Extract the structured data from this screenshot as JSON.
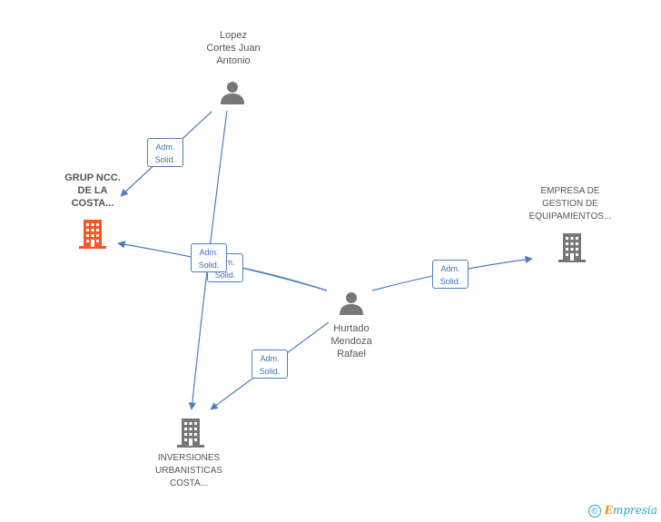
{
  "colors": {
    "edge": "#4a7fc1",
    "person_icon": "#777777",
    "company_icon": "#777777",
    "highlight_company_icon": "#f15a24",
    "brand_blue": "#2a9bd6",
    "brand_orange": "#f29400"
  },
  "nodes": {
    "lopez": {
      "type": "person",
      "icon": "person-icon",
      "label_lines": [
        "Lopez",
        "Cortes Juan",
        "Antonio"
      ]
    },
    "hurtado": {
      "type": "person",
      "icon": "person-icon",
      "label_lines": [
        "Hurtado",
        "Mendoza",
        "Rafael"
      ]
    },
    "grup": {
      "type": "company",
      "icon": "building-icon",
      "highlight": true,
      "label_lines": [
        "GRUP NCC.",
        "DE LA",
        "COSTA..."
      ]
    },
    "empresa": {
      "type": "company",
      "icon": "building-icon",
      "label_lines": [
        "EMPRESA DE",
        "GESTION DE",
        "EQUIPAMIENTOS..."
      ]
    },
    "inversiones": {
      "type": "company",
      "icon": "building-icon",
      "label_lines": [
        "INVERSIONES",
        "URBANISTICAS",
        "COSTA..."
      ]
    }
  },
  "edges": [
    {
      "from": "lopez",
      "to": "grup",
      "label_lines": [
        "Adm.",
        "Solid."
      ]
    },
    {
      "from": "lopez",
      "to": "inversiones",
      "label_lines": [
        "Adm.",
        "Solid."
      ]
    },
    {
      "from": "hurtado",
      "to": "grup",
      "label_lines": [
        "Adm.",
        "Solid."
      ]
    },
    {
      "from": "hurtado",
      "to": "grup",
      "label_lines": [
        "Adm.",
        "Solid."
      ]
    },
    {
      "from": "hurtado",
      "to": "empresa",
      "label_lines": [
        "Adm.",
        "Solid."
      ]
    },
    {
      "from": "hurtado",
      "to": "inversiones",
      "label_lines": [
        "Adm.",
        "Solid."
      ]
    }
  ],
  "footer": {
    "copyright_symbol": "©",
    "brand_initial": "E",
    "brand_rest": "mpresia"
  }
}
